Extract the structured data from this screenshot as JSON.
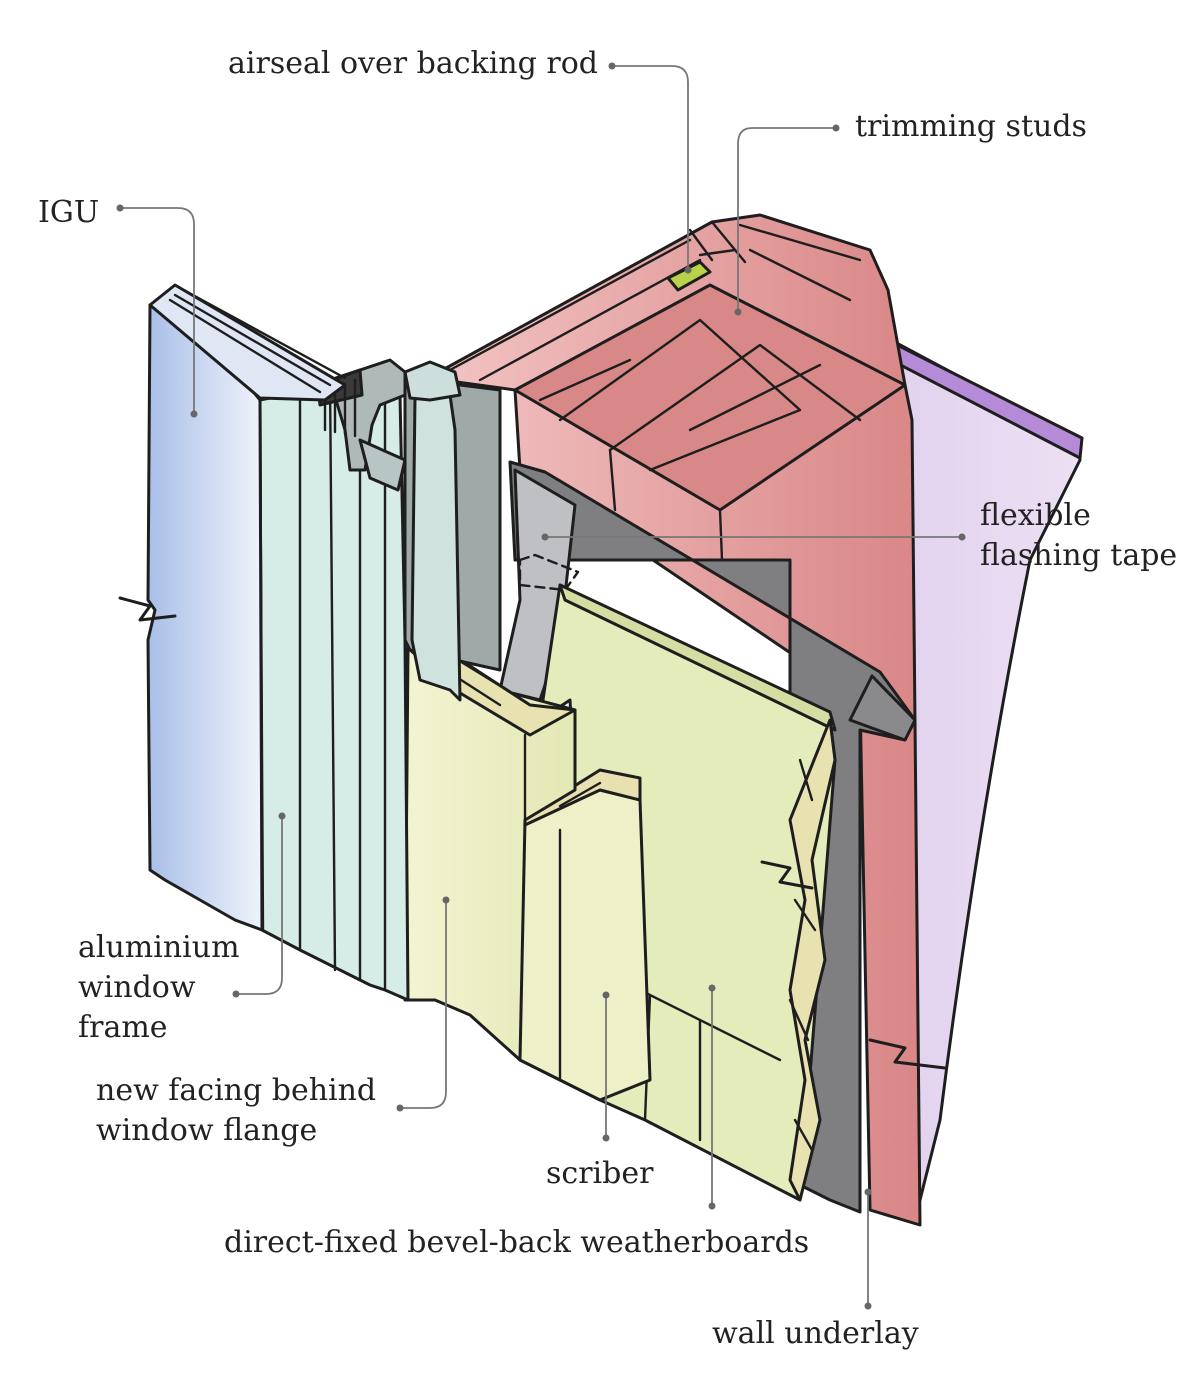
{
  "labels": {
    "airseal": "airseal over backing rod",
    "trimming_studs": "trimming studs",
    "igu": "IGU",
    "flashing_tape": [
      "flexible",
      "flashing tape"
    ],
    "window_frame": [
      "aluminium",
      "window",
      "frame"
    ],
    "new_facing": [
      "new facing behind",
      "window flange"
    ],
    "scriber": "scriber",
    "weatherboards": "direct-fixed bevel-back weatherboards",
    "wall_underlay": "wall underlay"
  },
  "colors": {
    "stud": "#d98888",
    "stud_light": "#f0b8b8",
    "purple": "#b58ad6",
    "purple_light": "#e0d0ec",
    "underlay": "#7d7d80",
    "glass": "#b3c6ea",
    "frame": "#d8ece8",
    "frame_dark": "#9faaa9",
    "facing": "#eef0c4",
    "weatherboard": "#e3ebb8",
    "airseal": "#b8d24a",
    "ink": "#1e1e1e",
    "leader": "#777777"
  }
}
